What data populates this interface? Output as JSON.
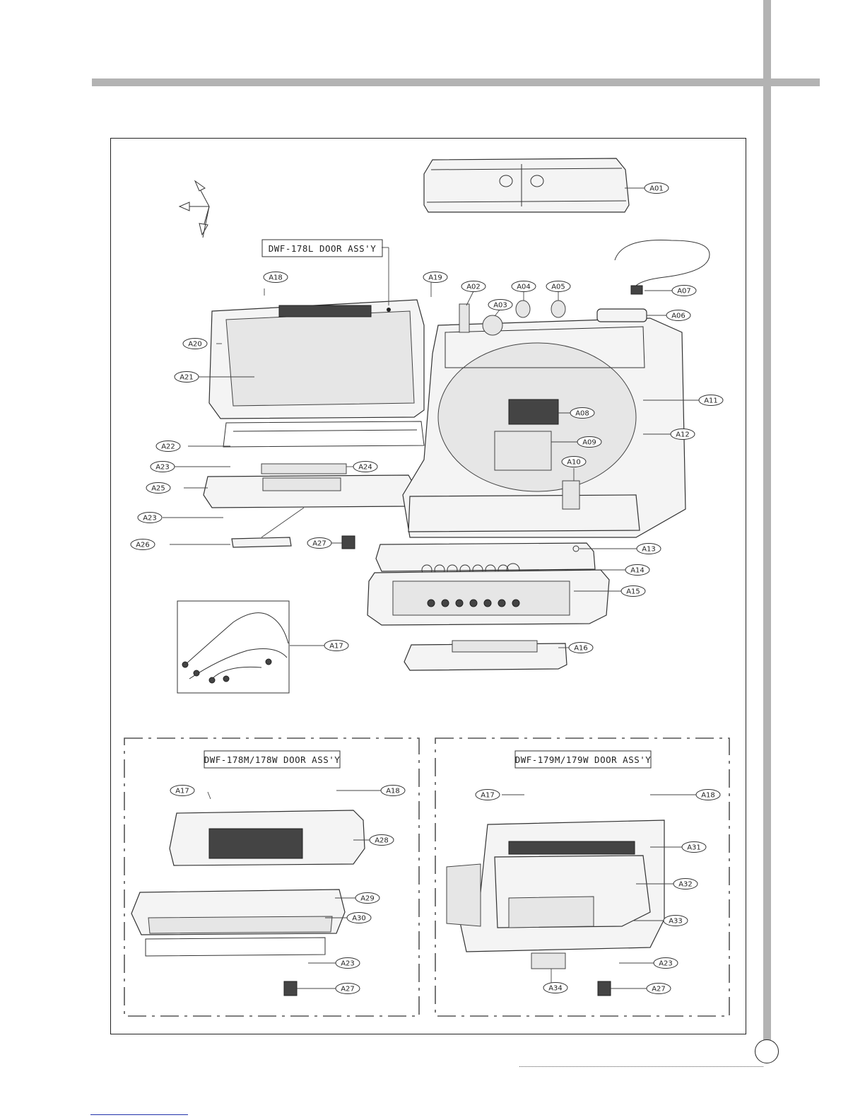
{
  "titles": {
    "main_door": "DWF-178L DOOR ASS'Y",
    "door_178": "DWF-178M/178W DOOR ASS'Y",
    "door_179": "DWF-179M/179W DOOR ASS'Y"
  },
  "labels": {
    "A01": "A01",
    "A02": "A02",
    "A03": "A03",
    "A04": "A04",
    "A05": "A05",
    "A06": "A06",
    "A07": "A07",
    "A08": "A08",
    "A09": "A09",
    "A10": "A10",
    "A11": "A11",
    "A12": "A12",
    "A13": "A13",
    "A14": "A14",
    "A15": "A15",
    "A16": "A16",
    "A17": "A17",
    "A18": "A18",
    "A19": "A19",
    "A20": "A20",
    "A21": "A21",
    "A22": "A22",
    "A23": "A23",
    "A24": "A24",
    "A25": "A25",
    "A26": "A26",
    "A27": "A27",
    "A28": "A28",
    "A29": "A29",
    "A30": "A30",
    "A31": "A31",
    "A32": "A32",
    "A33": "A33",
    "A34": "A34"
  },
  "colors": {
    "header_bar": "#b3b3b3",
    "frame": "#222222",
    "line": "#333333"
  },
  "icons": {
    "axis": "axis-arrows-icon",
    "page_number": "page-number-circle"
  }
}
